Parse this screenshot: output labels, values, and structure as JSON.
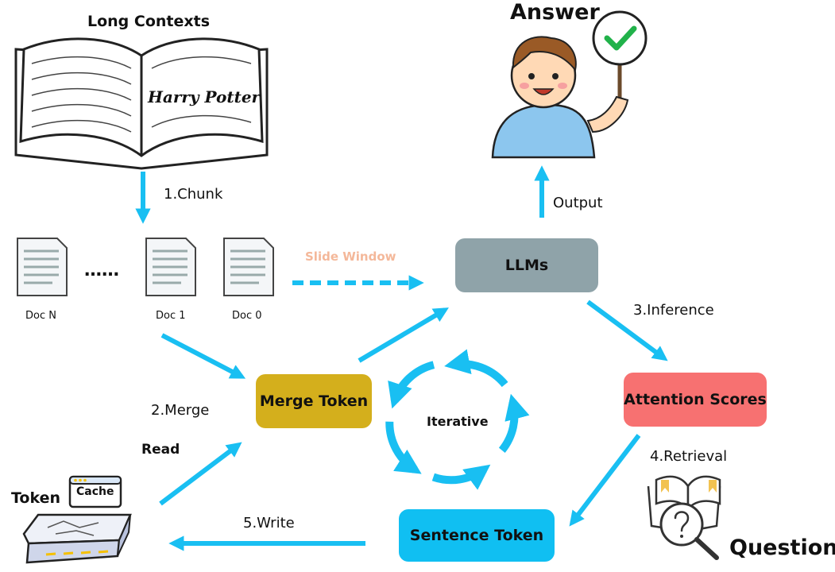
{
  "colors": {
    "arrow": "#19bff2",
    "llms_box": "#8fa3a9",
    "merge_box": "#d4af1c",
    "attention_box": "#f77171",
    "sentence_box": "#10bff2",
    "slide_window_text": "#f4b89a",
    "check_green": "#21b24a"
  },
  "titles": {
    "long_contexts": "Long Contexts",
    "book_title": "Harry Potter",
    "answer": "Answer",
    "question": "Question",
    "token": "Token",
    "cache": "Cache"
  },
  "docs": {
    "doc_n": "Doc N",
    "ellipsis": "……",
    "doc_1": "Doc 1",
    "doc_0": "Doc 0"
  },
  "boxes": {
    "llms": "LLMs",
    "merge_token": "Merge Token",
    "attention_scores": "Attention Scores",
    "sentence_token": "Sentence Token"
  },
  "edges": {
    "chunk": "1.Chunk",
    "merge": "2.Merge",
    "inference": "3.Inference",
    "retrieval": "4.Retrieval",
    "write": "5.Write",
    "read": "Read",
    "output": "Output",
    "slide_window": "Slide Window",
    "iterative": "Iterative"
  },
  "icons": {
    "book": "open-book-icon",
    "document": "document-icon",
    "person": "person-holding-checkmark-sign-icon",
    "question": "book-magnifier-question-icon",
    "cache_device": "cache-device-icon"
  }
}
